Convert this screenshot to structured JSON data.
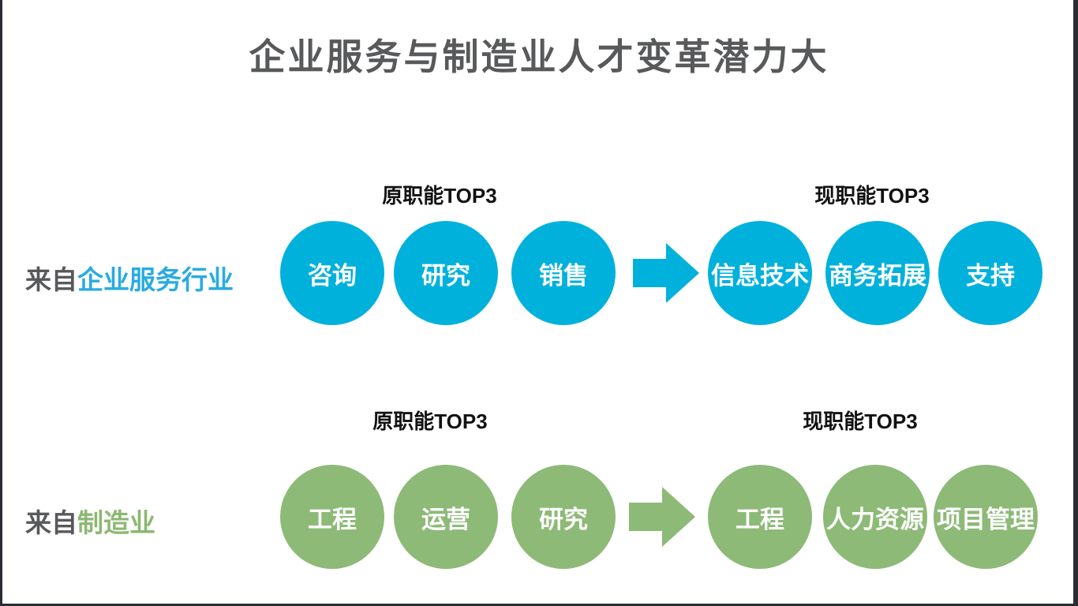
{
  "page": {
    "title": "企业服务与制造业人才变革潜力大",
    "colors": {
      "title_gray": "#58595b",
      "header_black": "#121212",
      "blue_circle": "#00b1dc",
      "blue_label": "#29abe2",
      "green_circle": "#8dba77",
      "green_label": "#8cb872",
      "edge_dark": "#2b2d33"
    }
  },
  "rows": [
    {
      "label_prefix": "来自",
      "label_industry": "企业服务行业",
      "origin_header": "原职能TOP3",
      "current_header": "现职能TOP3",
      "origin_functions": [
        "咨询",
        "研究",
        "销售"
      ],
      "current_functions": [
        "信息技术",
        "商务拓展",
        "支持"
      ],
      "theme_color": "#00b1dc"
    },
    {
      "label_prefix": "来自",
      "label_industry": "制造业",
      "origin_header": "原职能TOP3",
      "current_header": "现职能TOP3",
      "origin_functions": [
        "工程",
        "运营",
        "研究"
      ],
      "current_functions": [
        "工程",
        "人力资源",
        "项目管理"
      ],
      "theme_color": "#8dba77"
    }
  ]
}
